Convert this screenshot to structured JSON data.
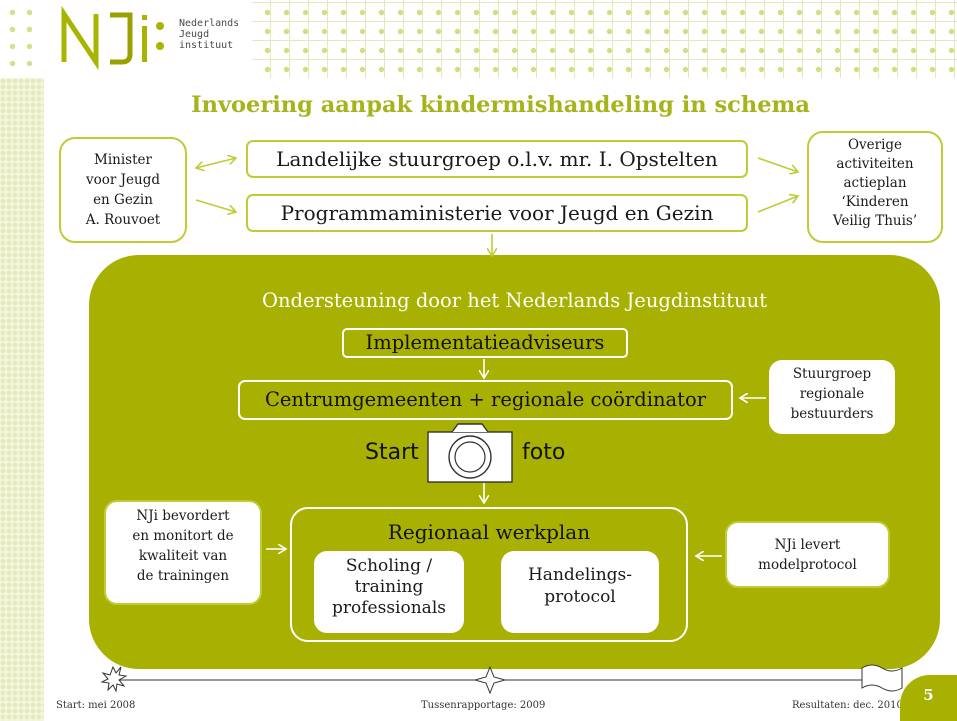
{
  "logo": {
    "line1": "Nederlands",
    "line2": "Jeugd",
    "line3": "instituut"
  },
  "title": "Invoering aanpak kindermishandeling in schema",
  "minister": {
    "lines": [
      "Minister",
      "voor Jeugd",
      "en Gezin",
      "A. Rouvoet"
    ]
  },
  "landelijk": "Landelijke stuurgroep o.l.v. mr. I. Opstelten",
  "programma": "Programmaministerie voor Jeugd en Gezin",
  "overige": {
    "lines": [
      "Overige",
      "activiteiten",
      "actieplan",
      "‘Kinderen",
      "Veilig Thuis’"
    ]
  },
  "panel_title": "Ondersteuning door het Nederlands Jeugdinstituut",
  "implementatie": "Implementatieadviseurs",
  "centrum": "Centrumgemeenten + regionale coördinator",
  "stuurgroep": {
    "lines": [
      "Stuurgroep",
      "regionale",
      "bestuurders"
    ]
  },
  "start_word": "Start",
  "foto_word": "foto",
  "camera_icon": "camera-icon",
  "bevordert": {
    "lines": [
      "NJi bevordert",
      "en monitort de",
      "kwaliteit van",
      "de trainingen"
    ]
  },
  "plan_title": "Regionaal werkplan",
  "scholing": {
    "lines": [
      "Scholing /",
      "training",
      "professionals"
    ]
  },
  "handeling": {
    "lines": [
      "Handelings-",
      "protocol"
    ]
  },
  "levert": {
    "lines": [
      "NJi levert",
      "modelprotocol"
    ]
  },
  "timeline": {
    "start": "Start: mei 2008",
    "mid": "Tussenrapportage: 2009",
    "end": "Resultaten: dec. 2010"
  },
  "page_number": "5",
  "colors": {
    "accent": "#a8b101",
    "title": "#a6b31a",
    "border": "#c0cb35"
  }
}
